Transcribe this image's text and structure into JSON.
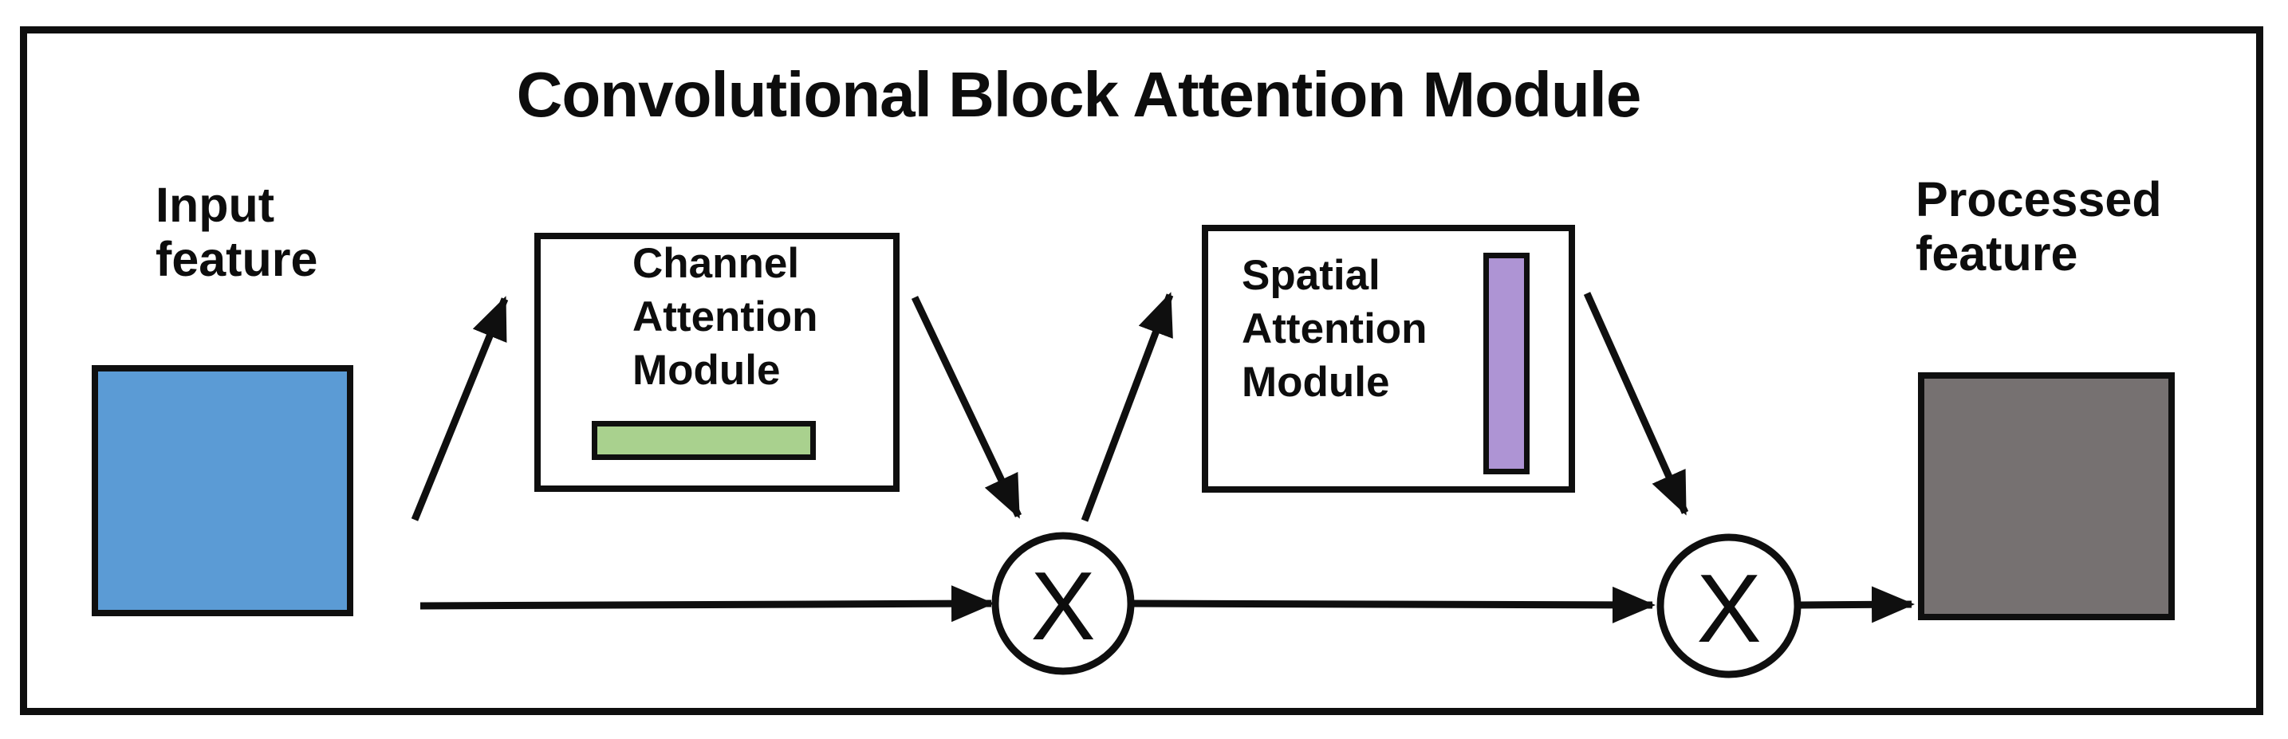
{
  "diagram": {
    "title": "Convolutional Block Attention Module",
    "input_label": "Input\nfeature",
    "output_label": "Processed\nfeature",
    "channel_module_label": "Channel\nAttention\nModule",
    "spatial_module_label": "Spatial\nAttention\nModule",
    "multiply_symbol": "X",
    "colors": {
      "background": "#FFFFFF",
      "stroke": "#0F0F0F",
      "input_fill": "#5B9BD5",
      "output_fill": "#767171",
      "channel_bar_fill": "#A9D18E",
      "spatial_bar_fill": "#AE94D4"
    }
  }
}
